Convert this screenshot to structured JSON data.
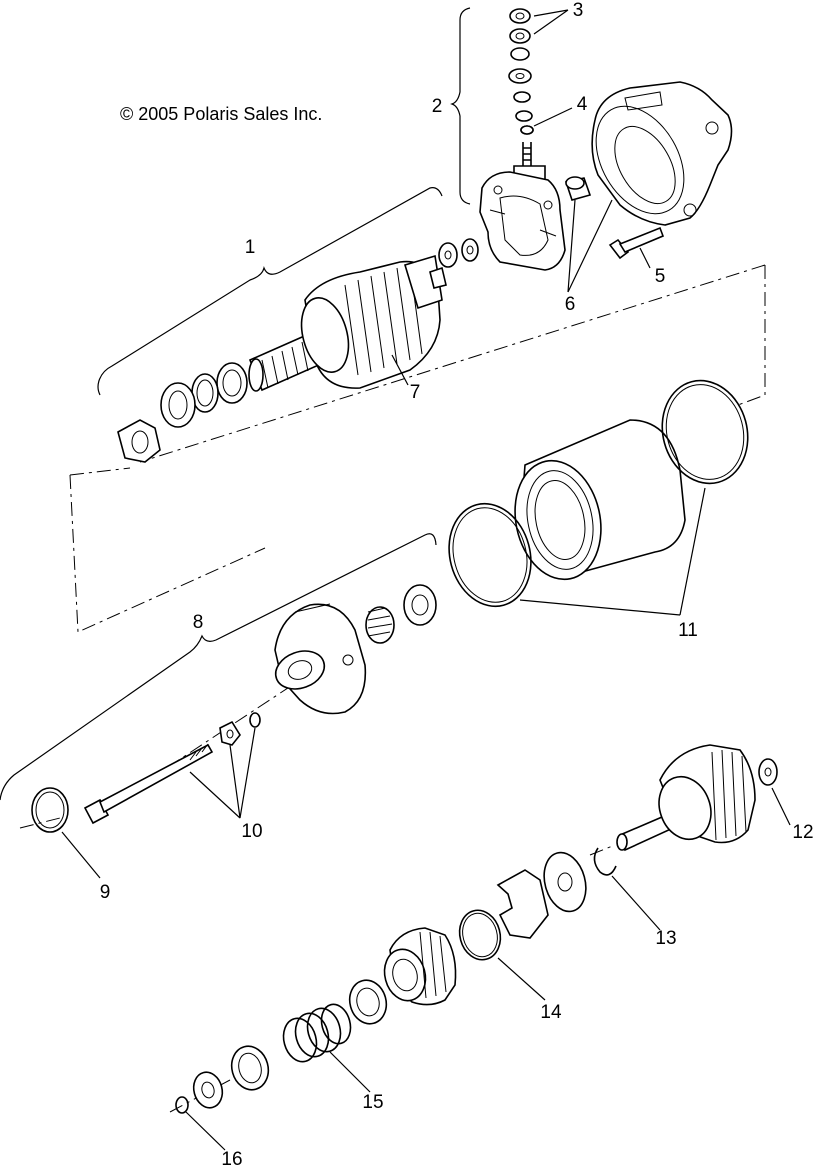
{
  "copyright": "© 2005 Polaris Sales Inc.",
  "callouts": [
    "1",
    "2",
    "3",
    "4",
    "5",
    "6",
    "7",
    "8",
    "9",
    "10",
    "11",
    "12",
    "13",
    "14",
    "15",
    "16"
  ]
}
